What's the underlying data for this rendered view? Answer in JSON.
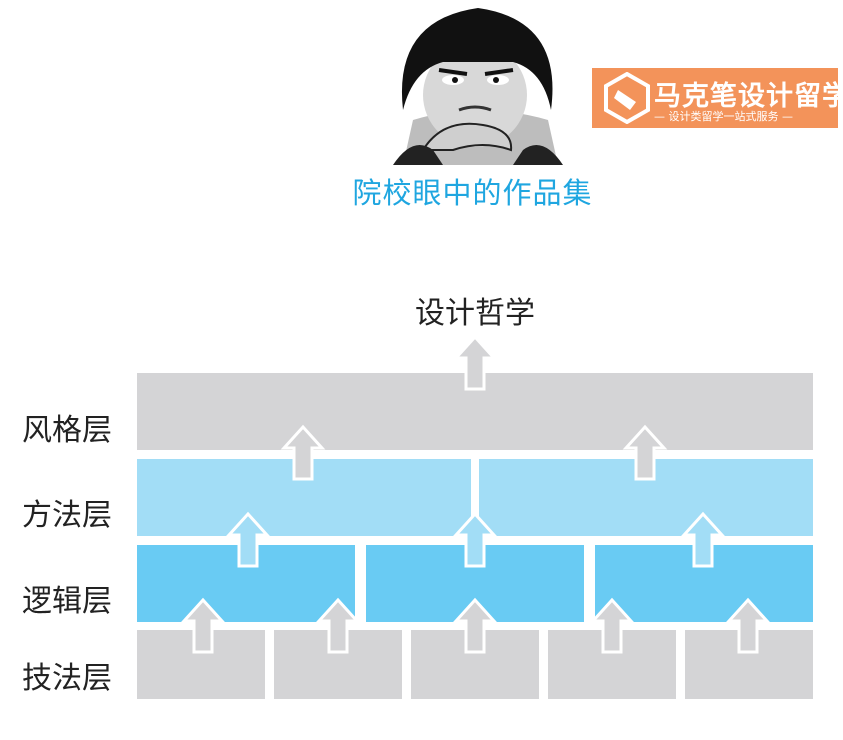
{
  "header": {
    "title": "院校眼中的作品集"
  },
  "brand": {
    "name": "马克笔设计留学",
    "tagline": "— 设计类留学一站式服务 —",
    "color": "#f3935a"
  },
  "diagram": {
    "top_label": "设计哲学",
    "layers": [
      {
        "name": "风格层",
        "color": "#d4d4d6"
      },
      {
        "name": "方法层",
        "color": "#a2ddf6"
      },
      {
        "name": "逻辑层",
        "color": "#69cbf3"
      },
      {
        "name": "技法层",
        "color": "#d4d4d6"
      }
    ]
  }
}
